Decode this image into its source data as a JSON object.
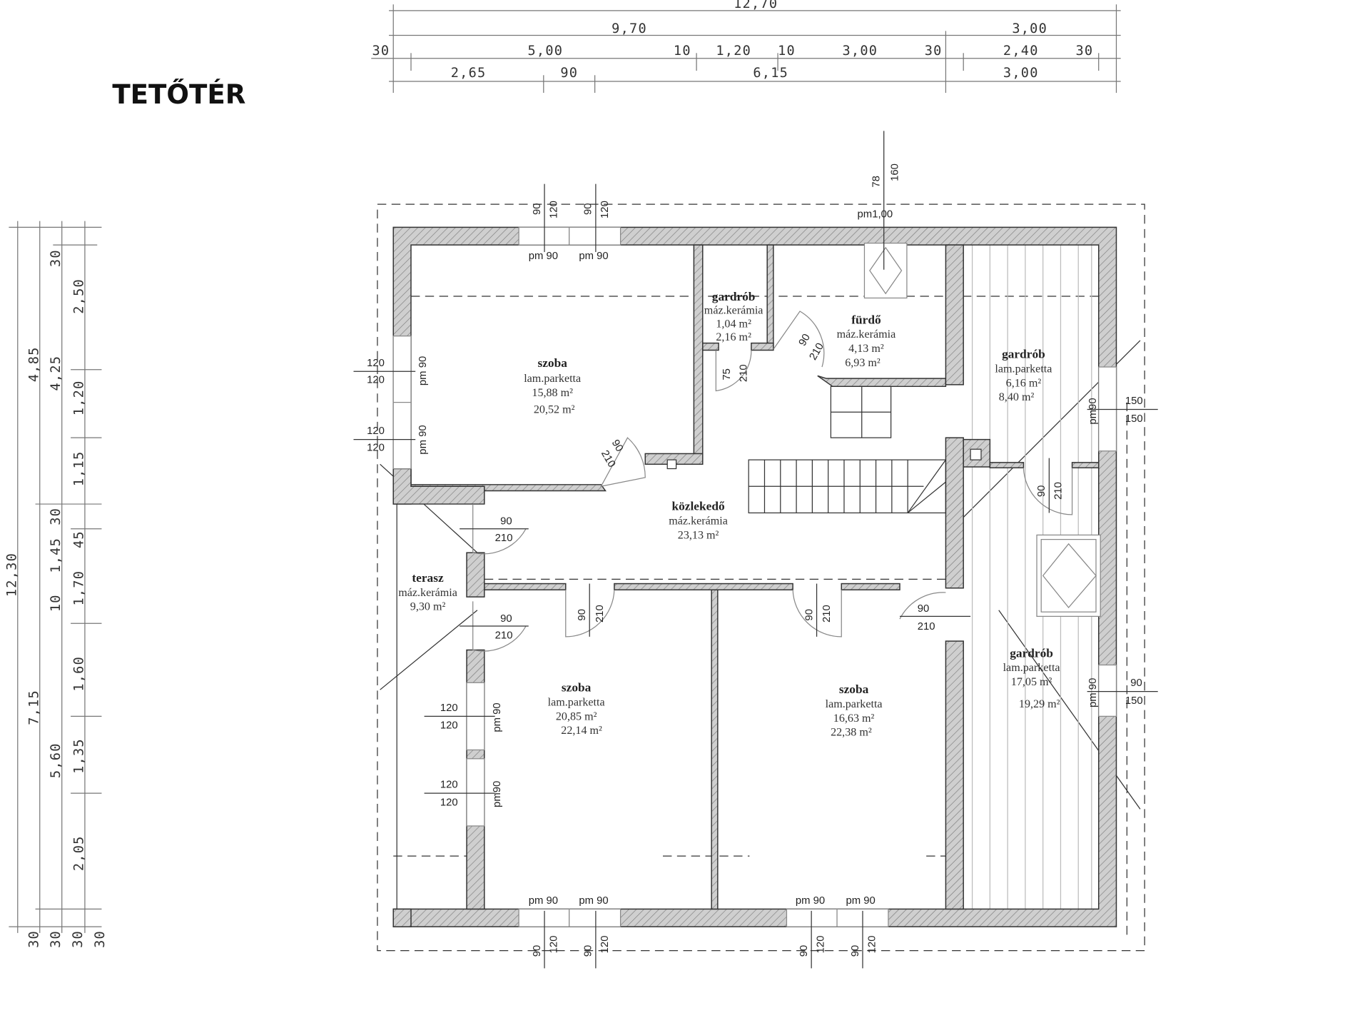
{
  "title": "TETŐTÉR",
  "top_dims": {
    "row1": [
      "12,70"
    ],
    "row2": [
      "9,70",
      "3,00"
    ],
    "row3": [
      "30",
      "5,00",
      "10",
      "1,20",
      "10",
      "3,00",
      "30",
      "2,40",
      "30"
    ],
    "row4": [
      "2,65",
      "90",
      "6,15",
      "3,00"
    ]
  },
  "left_dims": {
    "col1": [
      "12,30",
      "30"
    ],
    "col2": [
      "4,85",
      "7,15",
      "30"
    ],
    "col3": [
      "30",
      "4,25",
      "30",
      "1,45",
      "10",
      "5,60",
      "30"
    ],
    "col4": [
      "2,50",
      "1,20",
      "1,15",
      "45",
      "1,70",
      "1,60",
      "1,35",
      "2,05",
      "30"
    ]
  },
  "rooms": [
    {
      "name": "szoba",
      "floor": "lam.parketta",
      "area1": "15,88 m²",
      "area2": "20,52 m²"
    },
    {
      "name": "gardrób",
      "floor": "máz.kerámia",
      "area1": "1,04 m²",
      "area2": "2,16 m²"
    },
    {
      "name": "fürdő",
      "floor": "máz.kerámia",
      "area1": "4,13 m²",
      "area2": "6,93 m²"
    },
    {
      "name": "gardrób",
      "floor": "lam.parketta",
      "area1": "6,16 m²",
      "area2": "8,40 m²"
    },
    {
      "name": "közlekedő",
      "floor": "máz.kerámia",
      "area1": "23,13 m²"
    },
    {
      "name": "terasz",
      "floor": "máz.kerámia",
      "area1": "9,30 m²"
    },
    {
      "name": "szoba",
      "floor": "lam.parketta",
      "area1": "20,85 m²",
      "area2": "22,14 m²"
    },
    {
      "name": "szoba",
      "floor": "lam.parketta",
      "area1": "16,63 m²",
      "area2": "22,38 m²"
    },
    {
      "name": "gardrób",
      "floor": "lam.parketta",
      "area1": "17,05 m²",
      "area2": "19,29 m²"
    }
  ],
  "windows": {
    "top": [
      {
        "label": "pm 90",
        "w": "90",
        "h": "120"
      },
      {
        "label": "pm 90",
        "w": "90",
        "h": "120"
      }
    ],
    "roof": {
      "label": "pm1,00",
      "w": "78",
      "h": "160"
    },
    "left": [
      {
        "label": "pm 90",
        "w": "120",
        "h": "120"
      },
      {
        "label": "pm 90",
        "w": "120",
        "h": "120"
      }
    ],
    "right": [
      {
        "label": "pm90",
        "w": "150",
        "h": "150"
      },
      {
        "label": "pm 90",
        "w": "90",
        "h": "150"
      }
    ],
    "terrace": [
      {
        "label": "pm 90",
        "w": "120",
        "h": "120"
      },
      {
        "label": "pm90",
        "w": "120",
        "h": "120"
      }
    ],
    "bottom": [
      {
        "label": "pm 90",
        "w": "90",
        "h": "120"
      },
      {
        "label": "pm 90",
        "w": "90",
        "h": "120"
      },
      {
        "label": "pm 90",
        "w": "90",
        "h": "120"
      },
      {
        "label": "pm 90",
        "w": "90",
        "h": "120"
      }
    ]
  },
  "doors": [
    {
      "w": "90",
      "h": "210"
    },
    {
      "w": "75",
      "h": "210"
    },
    {
      "w": "90",
      "h": "210"
    },
    {
      "w": "90",
      "h": "210"
    },
    {
      "w": "90",
      "h": "210"
    },
    {
      "w": "90",
      "h": "210"
    },
    {
      "w": "90",
      "h": "210"
    },
    {
      "w": "90",
      "h": "210"
    },
    {
      "w": "90",
      "h": "210"
    }
  ]
}
